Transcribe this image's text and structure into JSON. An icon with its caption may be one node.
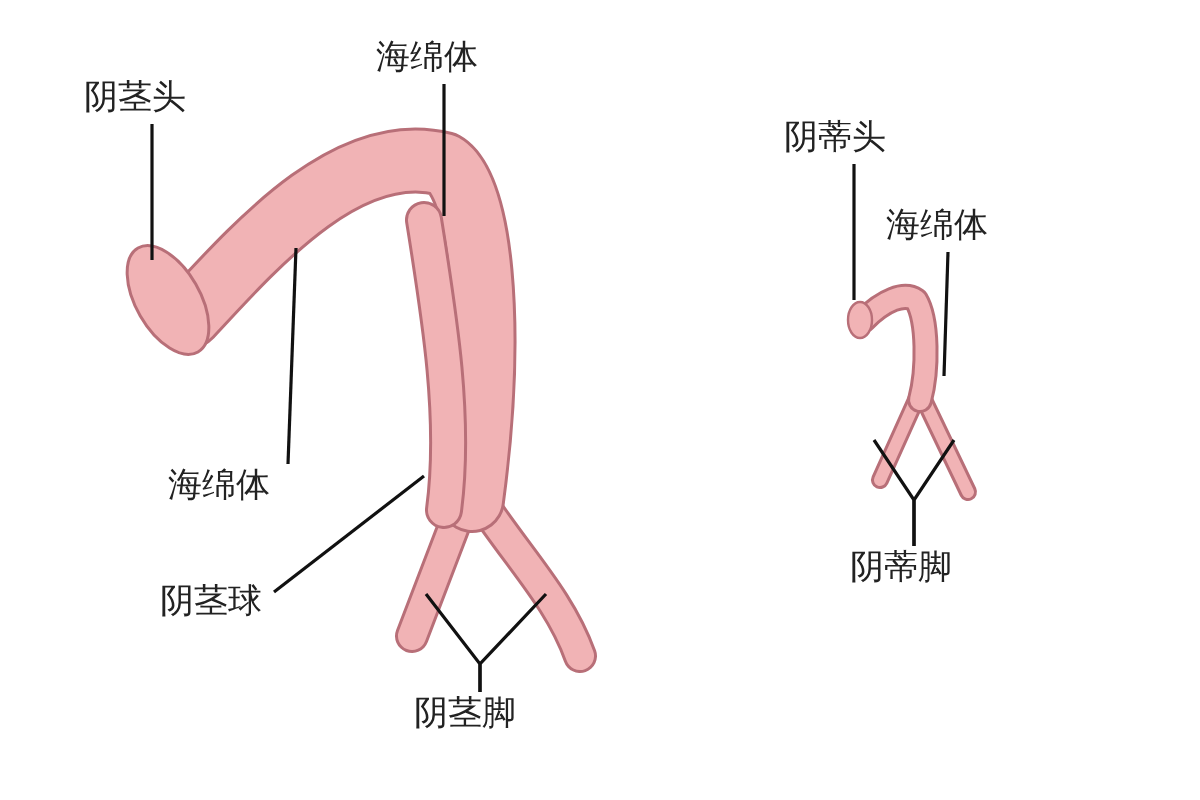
{
  "diagram": {
    "nodes": [
      {
        "text": [
          "阴茎头"
        ]
      },
      {
        "text": [
          "海绵体"
        ]
      },
      {
        "text": [
          "海绵体"
        ]
      },
      {
        "text": [
          "阴茎球"
        ]
      },
      {
        "text": [
          "阴茎脚"
        ]
      },
      {
        "text": [
          "阴蒂头"
        ]
      },
      {
        "text": [
          "海绵体"
        ]
      },
      {
        "text": [
          "阴蒂脚"
        ]
      }
    ],
    "edges": [
      {
        "from": 0,
        "to": null,
        "arrow": "none"
      },
      {
        "from": 1,
        "to": null,
        "arrow": "none"
      },
      {
        "from": 2,
        "to": null,
        "arrow": "none"
      },
      {
        "from": 3,
        "to": null,
        "arrow": "none"
      },
      {
        "from": 4,
        "to": null,
        "arrow": "none"
      },
      {
        "from": 4,
        "to": null,
        "arrow": "none"
      },
      {
        "from": 5,
        "to": null,
        "arrow": "none"
      },
      {
        "from": 6,
        "to": null,
        "arrow": "none"
      },
      {
        "from": 7,
        "to": null,
        "arrow": "none"
      },
      {
        "from": 7,
        "to": null,
        "arrow": "none"
      }
    ]
  }
}
